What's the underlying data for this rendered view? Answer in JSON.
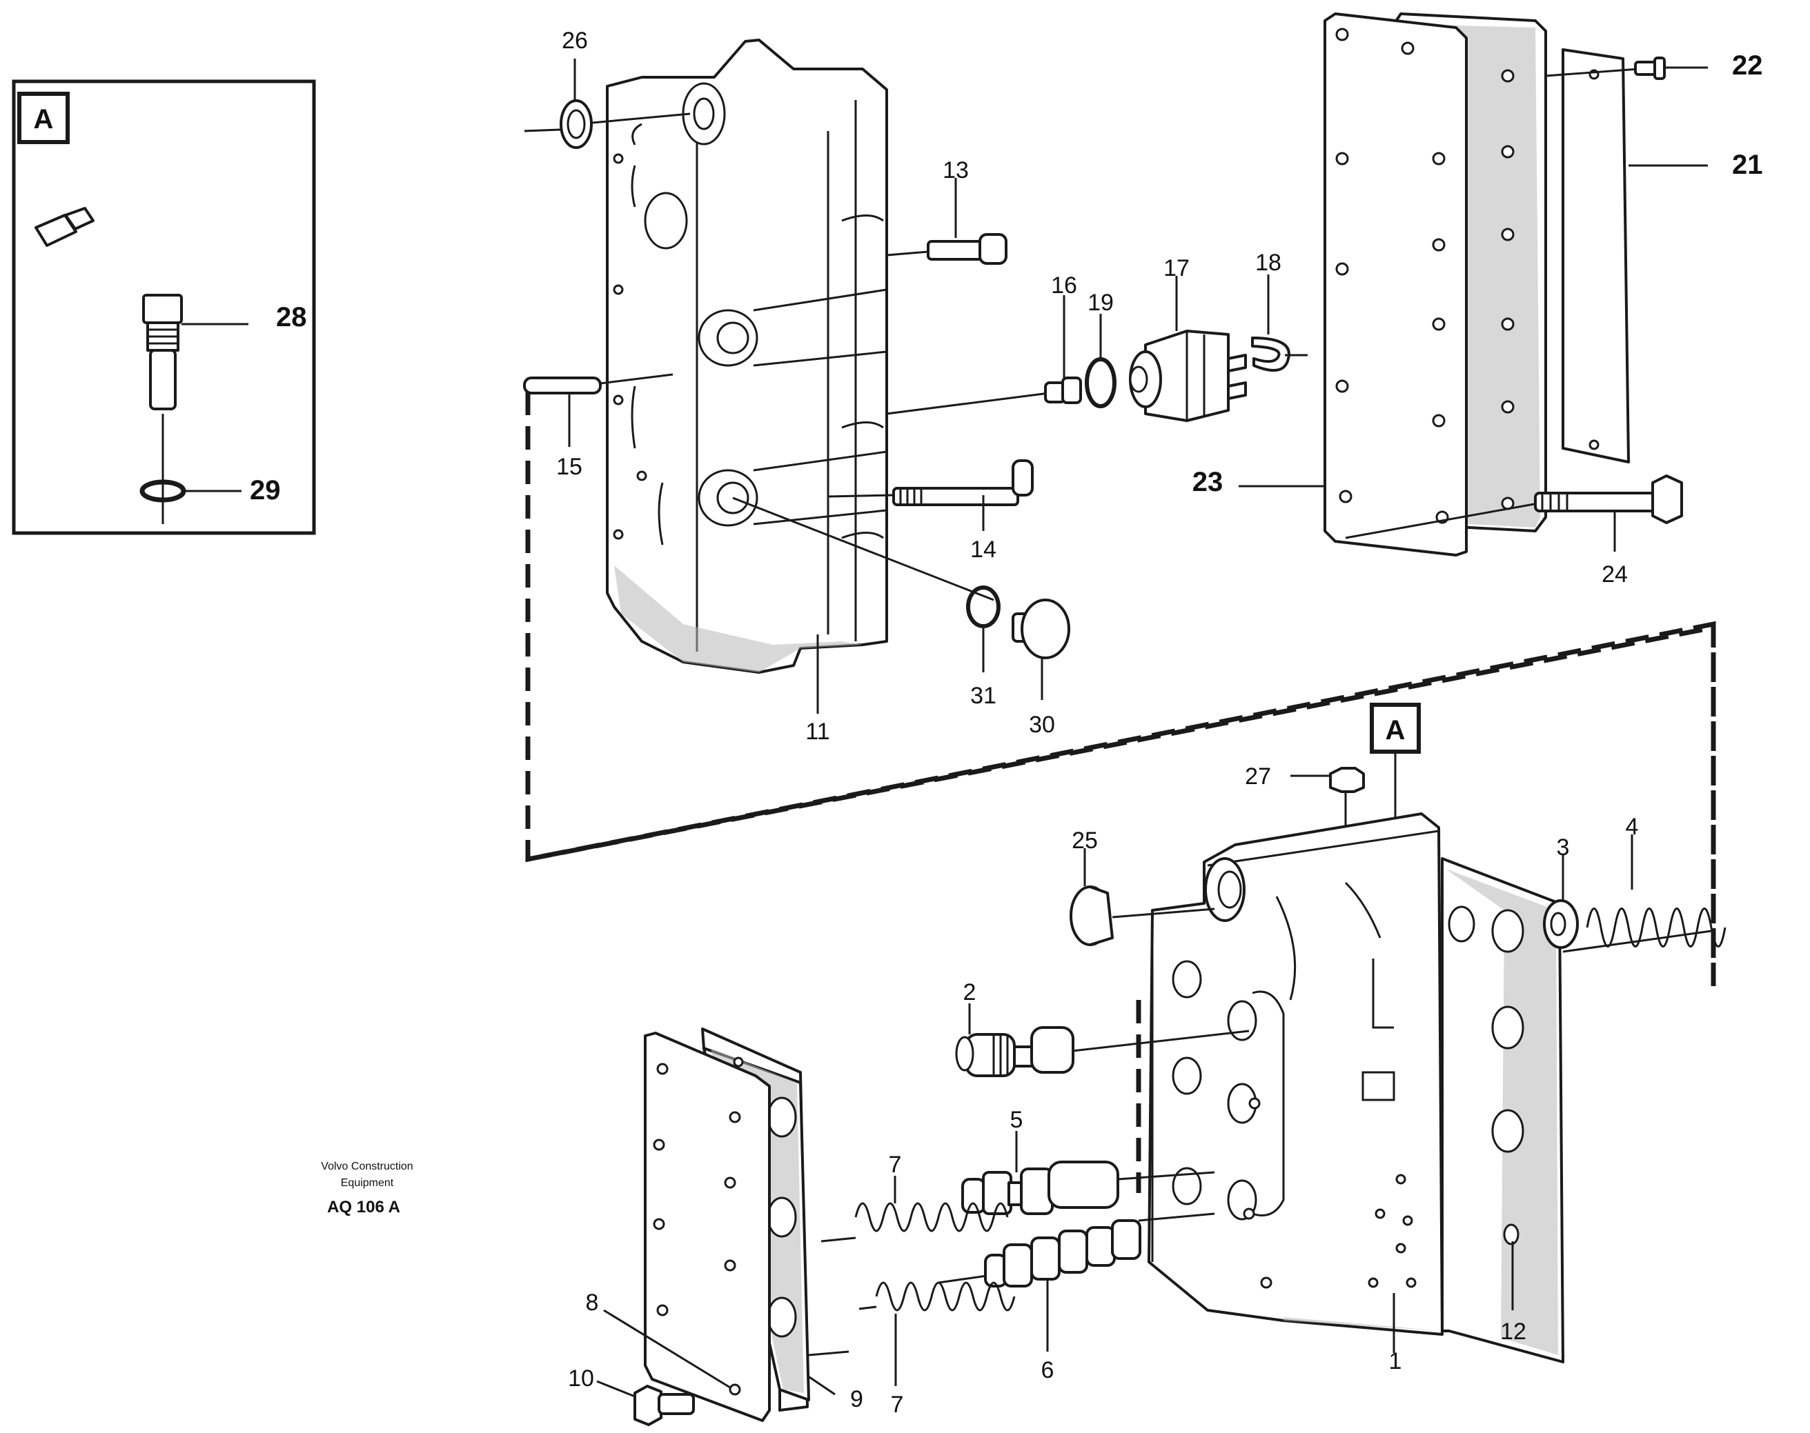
{
  "detail_box": {
    "label": "A"
  },
  "callout_box": {
    "label": "A"
  },
  "part_numbers": {
    "p1": "1",
    "p2": "2",
    "p3": "3",
    "p4": "4",
    "p5": "5",
    "p6": "6",
    "p7a": "7",
    "p7b": "7",
    "p8": "8",
    "p9": "9",
    "p10": "10",
    "p11": "11",
    "p12": "12",
    "p13": "13",
    "p14": "14",
    "p15": "15",
    "p16": "16",
    "p17": "17",
    "p18": "18",
    "p19": "19",
    "p21": "21",
    "p22": "22",
    "p23": "23",
    "p24": "24",
    "p25": "25",
    "p26": "26",
    "p27": "27",
    "p28": "28",
    "p29": "29",
    "p30": "30",
    "p31": "31"
  },
  "credit": {
    "line1": "Volvo Construction",
    "line2": "Equipment",
    "code": "AQ 106 A"
  }
}
